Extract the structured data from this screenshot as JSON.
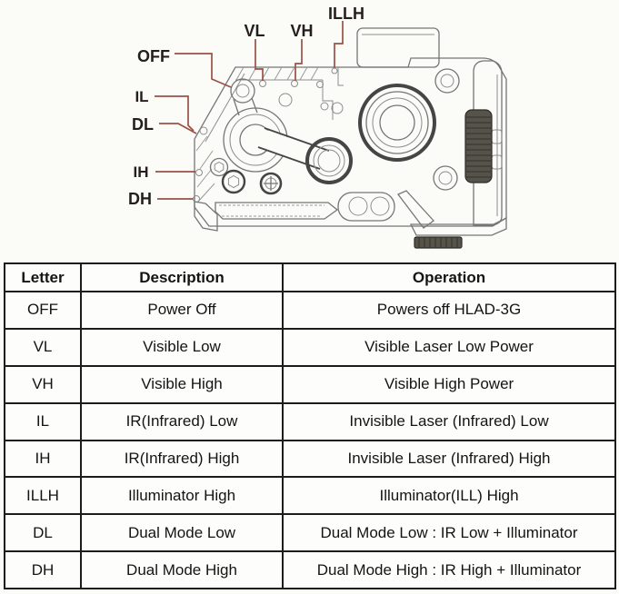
{
  "device": {
    "name_shown_in_operation_column": "HLAD-3G",
    "labels": {
      "illh": "ILLH",
      "vl": "VL",
      "vh": "VH",
      "off": "OFF",
      "il": "IL",
      "dl": "DL",
      "ih": "IH",
      "dh": "DH"
    }
  },
  "table": {
    "headers": {
      "letter": "Letter",
      "description": "Description",
      "operation": "Operation"
    },
    "rows": [
      {
        "letter": "OFF",
        "description": "Power Off",
        "operation": "Powers off HLAD-3G"
      },
      {
        "letter": "VL",
        "description": "Visible Low",
        "operation": "Visible Laser Low Power"
      },
      {
        "letter": "VH",
        "description": "Visible High",
        "operation": "Visible High Power"
      },
      {
        "letter": "IL",
        "description": "IR(Infrared) Low",
        "operation": "Invisible Laser (Infrared) Low"
      },
      {
        "letter": "IH",
        "description": "IR(Infrared) High",
        "operation": "Invisible Laser (Infrared) High"
      },
      {
        "letter": "ILLH",
        "description": "Illuminator High",
        "operation": "Illuminator(ILL) High"
      },
      {
        "letter": "DL",
        "description": "Dual Mode Low",
        "operation": "Dual Mode Low : IR Low + Illuminator"
      },
      {
        "letter": "DH",
        "description": "Dual Mode High",
        "operation": "Dual Mode High : IR High + Illuminator"
      }
    ]
  },
  "colors": {
    "leader_line": "#9a5047",
    "drawing_line": "#767676",
    "table_border": "#1c1c1c",
    "label_ink": "#241f1c",
    "knurl": "#56534a",
    "page_bg": "#fbfbf8"
  }
}
